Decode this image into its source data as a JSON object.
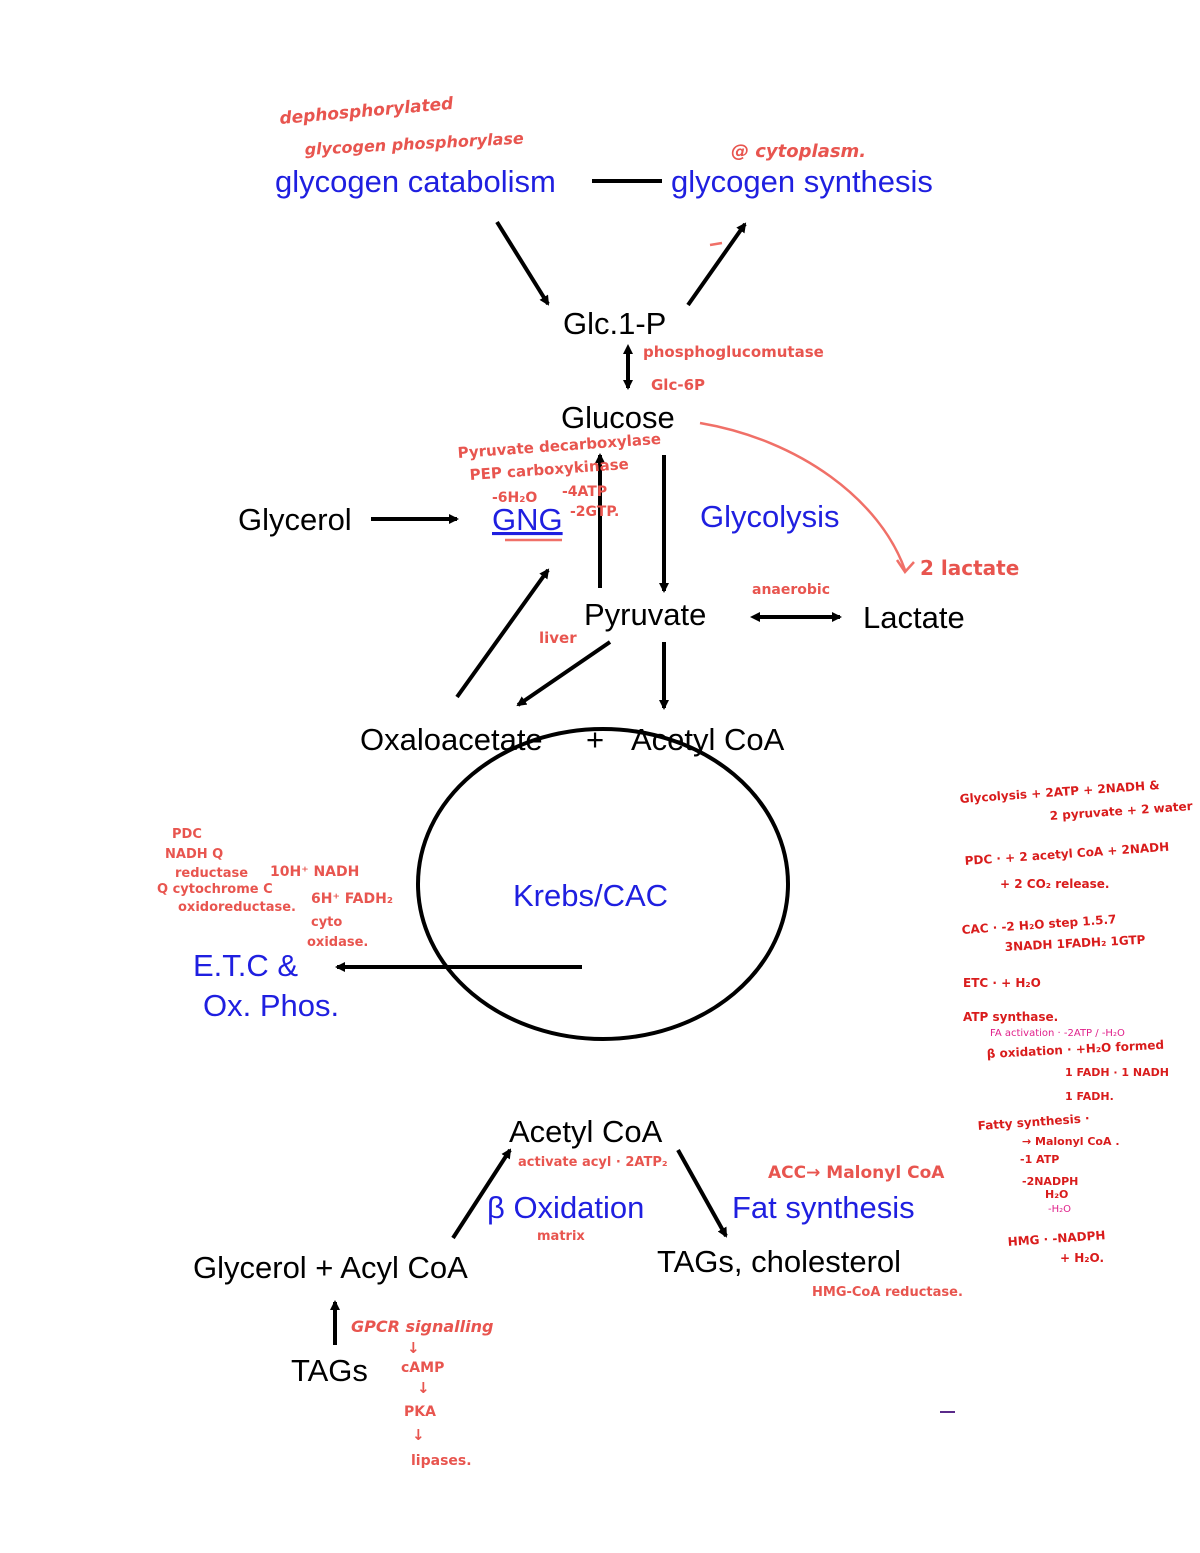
{
  "labels": {
    "glycogen_catabolism": "glycogen catabolism",
    "glycogen_synthesis": "glycogen synthesis",
    "glc1p": "Glc.1-P",
    "glucose": "Glucose",
    "glycerol": "Glycerol",
    "gng": "GNG",
    "glycolysis": "Glycolysis",
    "pyruvate": "Pyruvate",
    "lactate": "Lactate",
    "oxaloacetate": "Oxaloacetate",
    "plus": "+",
    "acetyl_coa_top": "Acetyl CoA",
    "krebs": "Krebs/CAC",
    "etc_line1": "E.T.C &",
    "etc_line2": "Ox. Phos.",
    "acetyl_coa_bottom": "Acetyl CoA",
    "beta_oxidation": "β Oxidation",
    "fat_synthesis": "Fat synthesis",
    "glycerol_acyl": "Glycerol + Acyl CoA",
    "tags_chol": "TAGs, cholesterol",
    "tags": "TAGs"
  },
  "notes": {
    "dephos_1": "dephosphorylated",
    "dephos_2": "glycogen phosphorylase",
    "cytoplasm": "@ cytoplasm.",
    "phosphoglucomutase": "phosphoglucomutase",
    "glc6p": "Glc-6P",
    "pyr_decarb": "Pyruvate decarboxylase",
    "pep": "PEP carboxykinase",
    "sixh2o": "-6H₂O",
    "fouratp": "-4ATP",
    "twogtp": "-2GTP.",
    "two_lactate": "2 lactate",
    "anaerobic": "anaerobic",
    "liver": "liver",
    "etc_1": "PDC",
    "etc_2": "NADH Q",
    "etc_3": "reductase",
    "etc_4": "Q cytochrome C",
    "etc_5": "oxidoreductase.",
    "etc_6": "10H⁺ NADH",
    "etc_7": "6H⁺ FADH₂",
    "etc_8": "cyto",
    "etc_9": "oxidase.",
    "activate_acyl": "activate acyl · 2ATP₂",
    "matrix": "matrix",
    "acc": "ACC→ Malonyl CoA",
    "hmg": "HMG-CoA reductase.",
    "gpcr": "GPCR signalling",
    "camp": "cAMP",
    "pka": "PKA",
    "lipases": "lipases."
  },
  "summary_notes": [
    "Glycolysis + 2ATP + 2NADH &",
    "2 pyruvate + 2 water",
    "PDC · + 2 acetyl CoA + 2NADH",
    "+ 2 CO₂ release.",
    "CAC · -2 H₂O step 1.5.7",
    "3NADH 1FADH₂ 1GTP",
    "ETC · + H₂O",
    "ATP synthase.",
    "FA activation · -2ATP / -H₂O",
    "β oxidation · +H₂O formed",
    "1 FADH · 1 NADH",
    "1 FADH.",
    "Fatty synthesis ·",
    "→ Malonyl CoA .",
    "-1 ATP",
    "-2NADPH",
    "H₂O",
    "HMG · -NADPH",
    "+ H₂O.",
    "-H₂O"
  ],
  "colors": {
    "pathway_label": "#1f1fe0",
    "handwritten_note": "#e8554f",
    "summary_note": "#d91c1c",
    "arrow": "#000000"
  }
}
